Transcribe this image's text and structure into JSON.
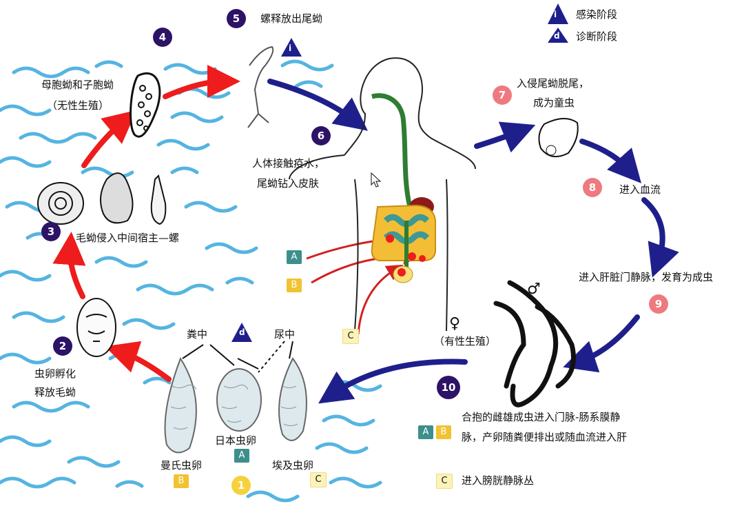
{
  "legend": {
    "infective": "感染阶段",
    "diagnostic": "诊断阶段",
    "i": "i",
    "d": "d"
  },
  "steps": {
    "s1": {
      "num": "1"
    },
    "s2": {
      "num": "2",
      "line1": "虫卵孵化",
      "line2": "释放毛蚴"
    },
    "s3": {
      "num": "3",
      "text": "毛蚴侵入中间宿主—螺"
    },
    "s4": {
      "num": "4",
      "line1": "母胞蚴和子胞蚴",
      "line2": "（无性生殖）"
    },
    "s5": {
      "num": "5",
      "text": "螺释放出尾蚴"
    },
    "s6": {
      "num": "6",
      "line1": "人体接触疫水，",
      "line2": "尾蚴钻入皮肤"
    },
    "s7": {
      "num": "7",
      "line1": "入侵尾蚴脱尾，",
      "line2": "成为童虫"
    },
    "s8": {
      "num": "8",
      "text": "进入血流"
    },
    "s9": {
      "num": "9",
      "text": "进入肝脏门静脉，发育为成虫"
    },
    "s10": {
      "num": "10",
      "line1": "合抱的雌雄成虫进入门脉-肠系膜静",
      "line2": "脉，产卵随粪便排出或随血流进入肝",
      "sexual": "（有性生殖）"
    },
    "c_note": "进入膀胱静脉丛"
  },
  "eggs": {
    "feces": "粪中",
    "urine": "尿中",
    "mansoni": "曼氏虫卵",
    "japonicum": "日本虫卵",
    "haematobium": "埃及虫卵"
  },
  "badges": {
    "A": "A",
    "B": "B",
    "C": "C"
  },
  "symbols": {
    "female": "♀",
    "male": "♂"
  },
  "colors": {
    "purple": "#2d1366",
    "pink": "#ee7a80",
    "red": "#ee1c1c",
    "navy": "#1f1f8c",
    "water": "#38a7dc"
  }
}
